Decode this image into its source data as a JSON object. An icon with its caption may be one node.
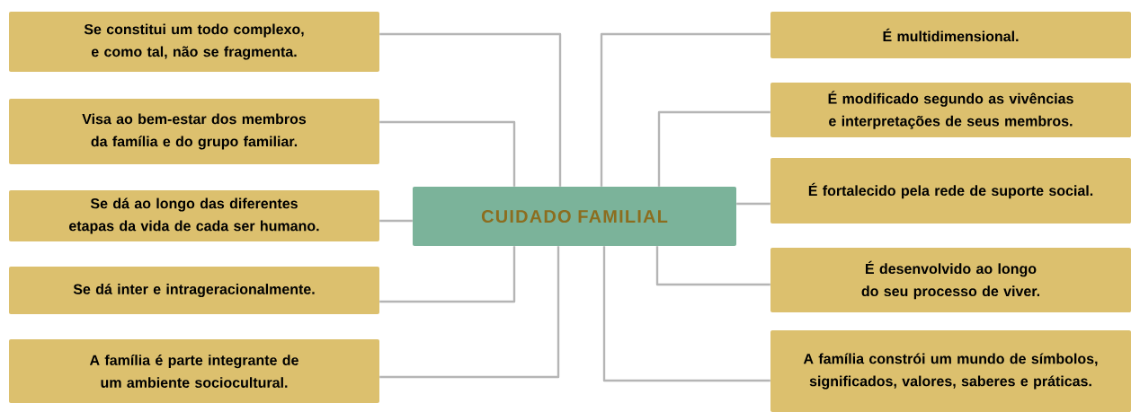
{
  "diagram": {
    "nodes": [
      {
        "text": [
          "CUIDADO FAMILIAL"
        ]
      },
      {
        "text": [
          "Se constitui um todo complexo, e como tal, não se fragmenta."
        ]
      },
      {
        "text": [
          "Visa ao bem-estar dos membros da família e do grupo familiar."
        ]
      },
      {
        "text": [
          "Se dá ao longo das diferentes etapas da vida de cada ser humano."
        ]
      },
      {
        "text": [
          "Se dá inter e intrageracionalmente."
        ]
      },
      {
        "text": [
          "A família é parte integrante de um ambiente sociocultural."
        ]
      },
      {
        "text": [
          "É multidimensional."
        ]
      },
      {
        "text": [
          "É modificado segundo as vivências e interpretações de seus membros."
        ]
      },
      {
        "text": [
          "É fortalecido pela rede de suporte social."
        ]
      },
      {
        "text": [
          "É  desenvolvido ao longo do seu processo de viver."
        ]
      },
      {
        "text": [
          "A família constrói um mundo de símbolos, significados, valores, saberes e práticas."
        ]
      }
    ],
    "edges": [
      {
        "from": 0,
        "to": 1,
        "arrow": "none"
      },
      {
        "from": 0,
        "to": 2,
        "arrow": "none"
      },
      {
        "from": 0,
        "to": 3,
        "arrow": "none"
      },
      {
        "from": 0,
        "to": 4,
        "arrow": "none"
      },
      {
        "from": 0,
        "to": 5,
        "arrow": "none"
      },
      {
        "from": 0,
        "to": 6,
        "arrow": "none"
      },
      {
        "from": 0,
        "to": 7,
        "arrow": "none"
      },
      {
        "from": 0,
        "to": 8,
        "arrow": "none"
      },
      {
        "from": 0,
        "to": 9,
        "arrow": "none"
      },
      {
        "from": 0,
        "to": 10,
        "arrow": "none"
      }
    ]
  }
}
